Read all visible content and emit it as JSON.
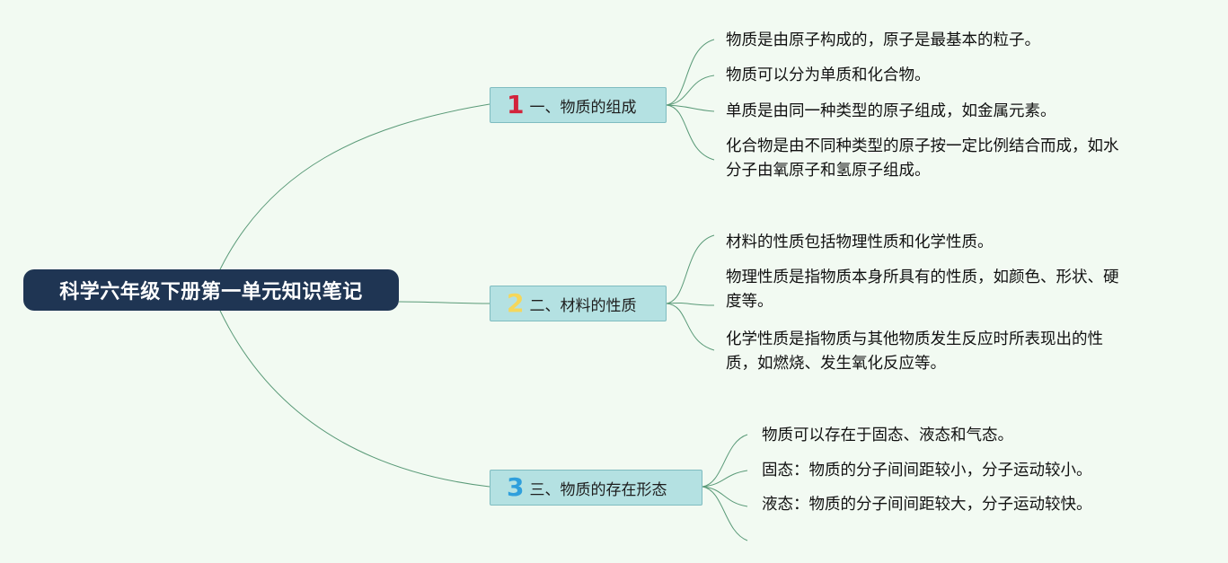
{
  "root": {
    "title": "科学六年级下册第一单元知识笔记"
  },
  "branches": [
    {
      "number": "1",
      "number_color": "#d2243c",
      "label": "一、物质的组成",
      "items": [
        [
          "物质是由原子构成的，原子是最基本的粒子。"
        ],
        [
          "物质可以分为单质和化合物。"
        ],
        [
          "单质是由同一种类型的原子组成，如金属元素。"
        ],
        [
          "化合物是由不同种类型的原子按一定比例结合而成，如水",
          "分子由氧原子和氢原子组成。"
        ]
      ]
    },
    {
      "number": "2",
      "number_color": "#f5d75a",
      "label": "二、材料的性质",
      "items": [
        [
          "材料的性质包括物理性质和化学性质。"
        ],
        [
          "物理性质是指物质本身所具有的性质，如颜色、形状、硬",
          "度等。"
        ],
        [
          "化学性质是指物质与其他物质发生反应时所表现出的性",
          "质，如燃烧、发生氧化反应等。"
        ]
      ]
    },
    {
      "number": "3",
      "number_color": "#2f9fdc",
      "label": "三、物质的存在形态",
      "items": [
        [
          "物质可以存在于固态、液态和气态。"
        ],
        [
          "固态：物质的分子间间距较小，分子运动较小。"
        ],
        [
          "液态：物质的分子间间距较大，分子运动较快。"
        ]
      ]
    }
  ],
  "colors": {
    "background": "#f2faf2",
    "connector": "#5a9a78",
    "root_fill": "#1f3553",
    "branch_fill": "#b4e1e2"
  }
}
